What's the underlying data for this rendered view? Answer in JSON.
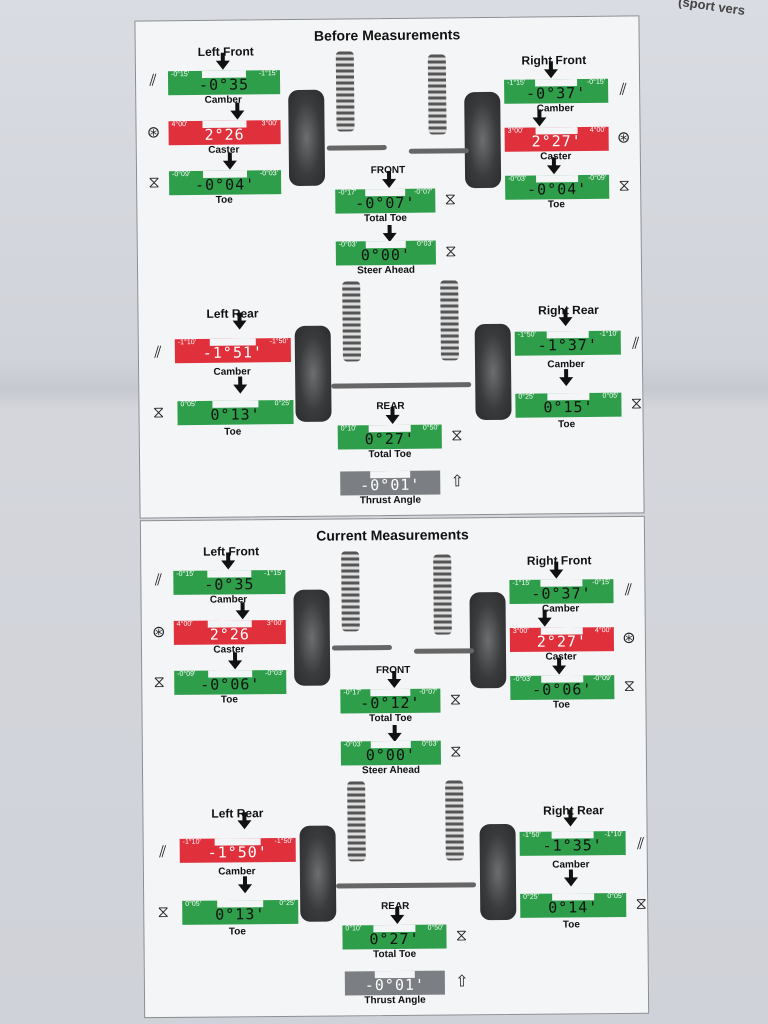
{
  "corner_text": "(sport vers",
  "before": {
    "title": "Before Measurements",
    "left_front": {
      "label": "Left Front",
      "camber": {
        "lo": "-0°15'",
        "hi": "-1°15'",
        "val": "-0°35",
        "label": "Camber",
        "state": "green"
      },
      "caster": {
        "lo": "4°00'",
        "hi": "3°00'",
        "val": "2°26",
        "label": "Caster",
        "state": "red"
      },
      "toe": {
        "lo": "-0°09'",
        "hi": "-0°03'",
        "val": "-0°04'",
        "label": "Toe",
        "state": "green"
      }
    },
    "right_front": {
      "label": "Right Front",
      "camber": {
        "lo": "-1°15'",
        "hi": "-0°15'",
        "val": "-0°37'",
        "label": "Camber",
        "state": "green"
      },
      "caster": {
        "lo": "3°00'",
        "hi": "4°00'",
        "val": "2°27'",
        "label": "Caster",
        "state": "red"
      },
      "toe": {
        "lo": "-0°03'",
        "hi": "-0°09'",
        "val": "-0°04'",
        "label": "Toe",
        "state": "green"
      }
    },
    "front_label": "FRONT",
    "total_toe_front": {
      "lo": "-0°17'",
      "hi": "-0°07'",
      "val": "-0°07'",
      "label": "Total Toe",
      "state": "green"
    },
    "steer_ahead": {
      "lo": "-0°03'",
      "hi": "0°03'",
      "val": "0°00'",
      "label": "Steer Ahead",
      "state": "green"
    },
    "left_rear": {
      "label": "Left Rear",
      "camber": {
        "lo": "-1°10'",
        "hi": "-1°50'",
        "val": "-1°51'",
        "label": "Camber",
        "state": "red"
      },
      "toe": {
        "lo": "0°05'",
        "hi": "0°25'",
        "val": "0°13'",
        "label": "Toe",
        "state": "green"
      }
    },
    "right_rear": {
      "label": "Right Rear",
      "camber": {
        "lo": "-1°50'",
        "hi": "-1°10'",
        "val": "-1°37'",
        "label": "Camber",
        "state": "green"
      },
      "toe": {
        "lo": "0°25'",
        "hi": "0°05'",
        "val": "0°15'",
        "label": "Toe",
        "state": "green"
      }
    },
    "rear_label": "REAR",
    "total_toe_rear": {
      "lo": "0°10'",
      "hi": "0°50'",
      "val": "0°27'",
      "label": "Total Toe",
      "state": "green"
    },
    "thrust": {
      "lo": "",
      "hi": "",
      "val": "-0°01'",
      "label": "Thrust Angle",
      "state": "gray"
    }
  },
  "current": {
    "title": "Current Measurements",
    "left_front": {
      "label": "Left Front",
      "camber": {
        "lo": "-0°15'",
        "hi": "-1°15'",
        "val": "-0°35",
        "label": "Camber",
        "state": "green"
      },
      "caster": {
        "lo": "4°00'",
        "hi": "3°00'",
        "val": "2°26",
        "label": "Caster",
        "state": "red"
      },
      "toe": {
        "lo": "-0°09'",
        "hi": "-0°03'",
        "val": "-0°06'",
        "label": "Toe",
        "state": "green"
      }
    },
    "right_front": {
      "label": "Right Front",
      "camber": {
        "lo": "-1°15'",
        "hi": "-0°15'",
        "val": "-0°37'",
        "label": "Camber",
        "state": "green"
      },
      "caster": {
        "lo": "3°00'",
        "hi": "4°00'",
        "val": "2°27'",
        "label": "Caster",
        "state": "red"
      },
      "toe": {
        "lo": "-0°03'",
        "hi": "-0°09'",
        "val": "-0°06'",
        "label": "Toe",
        "state": "green"
      }
    },
    "front_label": "FRONT",
    "total_toe_front": {
      "lo": "-0°17'",
      "hi": "-0°07'",
      "val": "-0°12'",
      "label": "Total Toe",
      "state": "green"
    },
    "steer_ahead": {
      "lo": "-0°03'",
      "hi": "0°03'",
      "val": "0°00'",
      "label": "Steer Ahead",
      "state": "green"
    },
    "left_rear": {
      "label": "Left Rear",
      "camber": {
        "lo": "-1°10'",
        "hi": "-1°50'",
        "val": "-1°50'",
        "label": "Camber",
        "state": "red"
      },
      "toe": {
        "lo": "0°05'",
        "hi": "0°25'",
        "val": "0°13'",
        "label": "Toe",
        "state": "green"
      }
    },
    "right_rear": {
      "label": "Right Rear",
      "camber": {
        "lo": "-1°50'",
        "hi": "-1°10'",
        "val": "-1°35'",
        "label": "Camber",
        "state": "green"
      },
      "toe": {
        "lo": "0°25'",
        "hi": "0°05'",
        "val": "0°14'",
        "label": "Toe",
        "state": "green"
      }
    },
    "rear_label": "REAR",
    "total_toe_rear": {
      "lo": "0°10'",
      "hi": "0°50'",
      "val": "0°27'",
      "label": "Total Toe",
      "state": "green"
    },
    "thrust": {
      "lo": "",
      "hi": "",
      "val": "-0°01'",
      "label": "Thrust Angle",
      "state": "gray"
    }
  }
}
